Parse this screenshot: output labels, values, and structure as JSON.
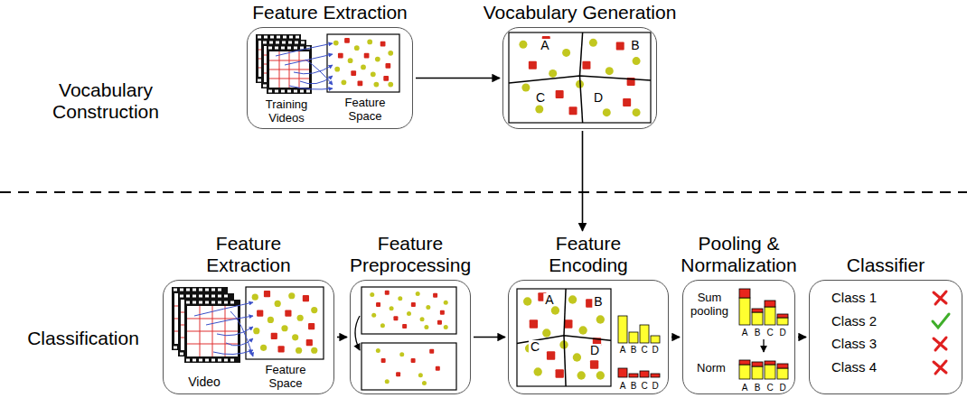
{
  "diagram": {
    "nodes": [
      {
        "text": [
          "Feature Extraction"
        ]
      },
      {
        "text": [
          "Vocabulary Generation"
        ]
      },
      {
        "text": [
          "Feature Extraction"
        ]
      },
      {
        "text": [
          "Feature Preprocessing"
        ]
      },
      {
        "text": [
          "Feature Encoding"
        ]
      },
      {
        "text": [
          "Pooling & Normalization"
        ]
      },
      {
        "text": [
          "Classifier"
        ]
      }
    ],
    "edges": [
      {
        "from": 0,
        "to": 1,
        "arrow": "to"
      },
      {
        "from": 1,
        "to": 4,
        "arrow": "to"
      },
      {
        "from": 2,
        "to": 3,
        "arrow": "to"
      },
      {
        "from": 3,
        "to": 4,
        "arrow": "to"
      },
      {
        "from": 4,
        "to": 5,
        "arrow": "to"
      },
      {
        "from": 5,
        "to": 6,
        "arrow": "to"
      }
    ],
    "labels": [
      "Vocabulary Construction",
      "Classification",
      "Training Videos",
      "Feature Space",
      "A",
      "B",
      "C",
      "D",
      "Video",
      "Feature Space",
      "A",
      "B",
      "C",
      "D",
      "A",
      "B",
      "C",
      "D",
      "A",
      "B",
      "C",
      "D",
      "Sum pooling",
      "A",
      "B",
      "C",
      "D",
      "Norm",
      "A",
      "B",
      "C",
      "D",
      "Class 1",
      "Class 2",
      "Class 3",
      "Class 4"
    ]
  }
}
